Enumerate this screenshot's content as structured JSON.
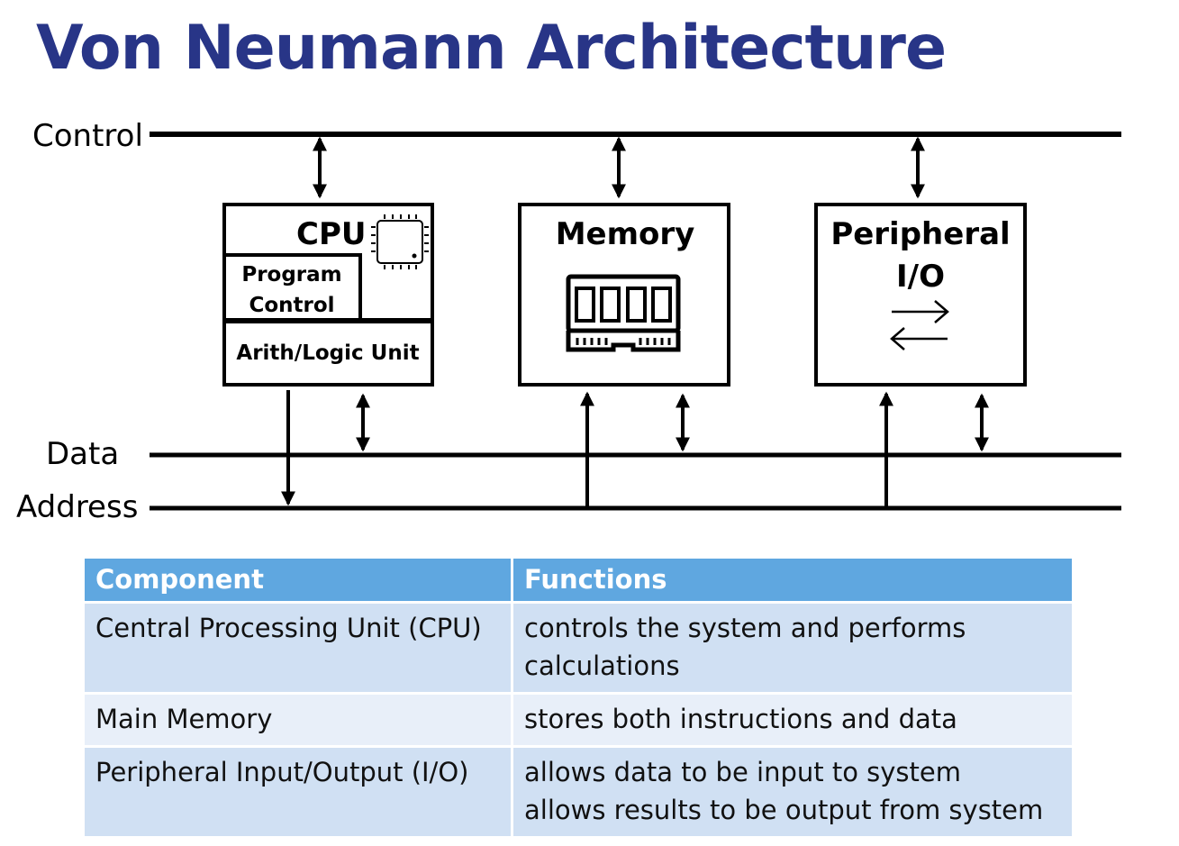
{
  "title": "Von Neumann Architecture",
  "buses": {
    "control": "Control",
    "data": "Data",
    "address": "Address"
  },
  "cpu": {
    "label": "CPU",
    "program_control": [
      "Program",
      "Control"
    ],
    "alu": "Arith/Logic Unit",
    "icon": "cpu-chip-icon"
  },
  "memory": {
    "label": "Memory",
    "icon": "memory-module-icon"
  },
  "peripheral": {
    "label_line1": "Peripheral",
    "label_line2": "I/O",
    "icon": "bidirectional-arrows-icon"
  },
  "table": {
    "headers": [
      "Component",
      "Functions"
    ],
    "rows": [
      {
        "component": "Central Processing Unit (CPU)",
        "functions": [
          "controls the system and performs",
          "calculations"
        ]
      },
      {
        "component": "Main Memory",
        "functions": [
          "stores both instructions and data"
        ]
      },
      {
        "component": "Peripheral Input/Output (I/O)",
        "functions": [
          "allows data to be input to system",
          "allows results to be output from system"
        ]
      }
    ]
  },
  "colors": {
    "title": "#283587",
    "table_header": "#5fa7e0",
    "row_odd": "#d0e0f3",
    "row_even": "#e8eff9"
  }
}
